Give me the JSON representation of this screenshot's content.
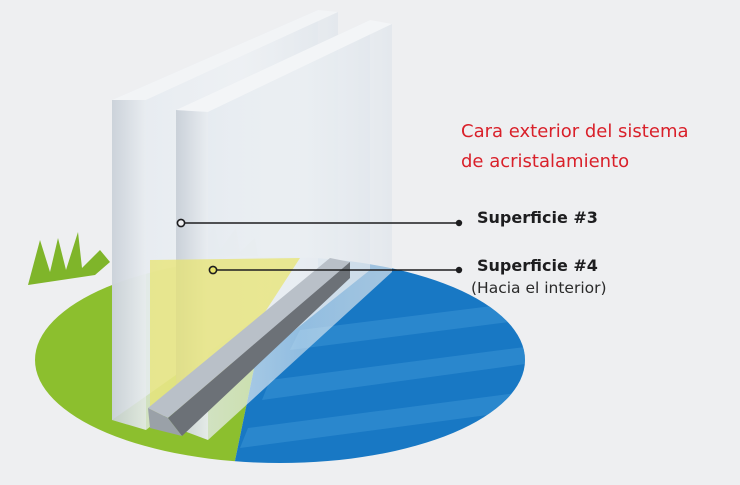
{
  "colors": {
    "background": "#eeeff1",
    "exterior_label": "#d9202a",
    "grass": "#8cbf2e",
    "water": "#1878c4",
    "glass": "#dfe5ec"
  },
  "labels": {
    "exterior_line1": "Cara exterior del sistema",
    "exterior_line2": "de acristalamiento",
    "surface3": "Superficie #3",
    "surface4": "Superficie #4",
    "surface4_sub": "(Hacia el interior)"
  }
}
